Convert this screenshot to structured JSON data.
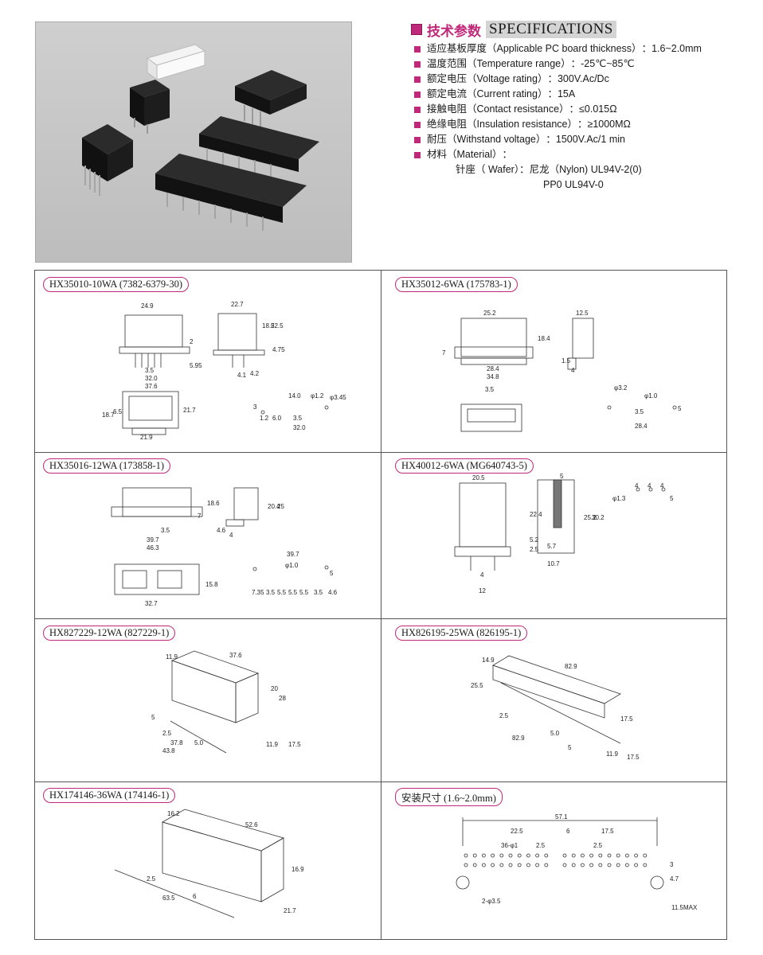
{
  "header": {
    "title_cn": "技术参数",
    "title_en": "SPECIFICATIONS"
  },
  "specs": [
    {
      "cn": "适应基板厚度",
      "en": "（Applicable PC board thickness）",
      "value": "：1.6~2.0mm"
    },
    {
      "cn": "温度范围",
      "en": "（Temperature range）",
      "value": "：-25℃~85℃"
    },
    {
      "cn": "额定电压",
      "en": "（Voltage rating）",
      "value": "：300V.Ac/Dc"
    },
    {
      "cn": "额定电流",
      "en": "（Current rating）",
      "value": "：15A"
    },
    {
      "cn": "接触电阻",
      "en": "（Contact resistance）",
      "value": "：≤0.015Ω"
    },
    {
      "cn": "绝缘电阻",
      "en": "（Insulation resistance）",
      "value": "：≥1000MΩ"
    },
    {
      "cn": "耐压",
      "en": "（Withstand voltage）",
      "value": "：1500V.Ac/1 min"
    },
    {
      "cn": "材料",
      "en": "（Material）",
      "value": "："
    }
  ],
  "material": {
    "line1": "针座（ Wafer）：尼龙（Nylon) UL94V-2(0)",
    "line2": "PP0 UL94V-0"
  },
  "panels": [
    {
      "label": "HX35010-10WA (7382-6379-30)"
    },
    {
      "label": "HX35012-6WA (175783-1)"
    },
    {
      "label": "HX35016-12WA (173858-1)"
    },
    {
      "label": "HX40012-6WA (MG640743-5)"
    },
    {
      "label": "HX827229-12WA (827229-1)"
    },
    {
      "label": "HX826195-25WA (826195-1)"
    },
    {
      "label": "HX174146-36WA (174146-1)"
    },
    {
      "label": "安装尺寸 (1.6~2.0mm)"
    }
  ],
  "dims": {
    "p1": [
      "24.9",
      "22.7",
      "18.5",
      "22.5",
      "2",
      "4.75",
      "5.95",
      "3.5",
      "32.0",
      "4.1",
      "4.2",
      "37.6",
      "18.7",
      "6.5",
      "21.7",
      "21.9",
      "14.0",
      "φ1.2",
      "φ3.45",
      "3",
      "1.2",
      "6.0",
      "3.5",
      "32.0"
    ],
    "p2": [
      "25.2",
      "12.5",
      "18.4",
      "7",
      "1.5",
      "4",
      "28.4",
      "34.8",
      "3.5",
      "φ3.2",
      "φ1.0",
      "5",
      "3.5",
      "28.4"
    ],
    "p3": [
      "18.6",
      "7",
      "20.4",
      "25",
      "4.6",
      "4",
      "3.5",
      "39.7",
      "46.3",
      "15.8",
      "32.7",
      "39.7",
      "φ1.0",
      "5",
      "7.35",
      "3.5",
      "5.5",
      "5.5",
      "5.5",
      "3.5",
      "4.6"
    ],
    "p4": [
      "20.5",
      "5",
      "22.4",
      "25.2",
      "30.2",
      "5.2",
      "2.5",
      "5.7",
      "4",
      "12",
      "10.7",
      "φ1.3",
      "4",
      "4",
      "4",
      "5"
    ],
    "p5": [
      "11.9",
      "37.6",
      "20",
      "28",
      "5",
      "2.5",
      "37.8",
      "5.0",
      "43.8",
      "11.9",
      "17.5"
    ],
    "p6": [
      "14.9",
      "82.9",
      "25.5",
      "17.5",
      "2.5",
      "82.9",
      "5.0",
      "5",
      "11.9",
      "17.5"
    ],
    "p7": [
      "16.2",
      "52.6",
      "16.9",
      "2.5",
      "63.5",
      "6",
      "21.7"
    ],
    "p8": [
      "57.1",
      "22.5",
      "6",
      "17.5",
      "36-φ1",
      "2.5",
      "2.5",
      "3",
      "4.7",
      "2-φ3.5",
      "11.5MAX"
    ]
  }
}
